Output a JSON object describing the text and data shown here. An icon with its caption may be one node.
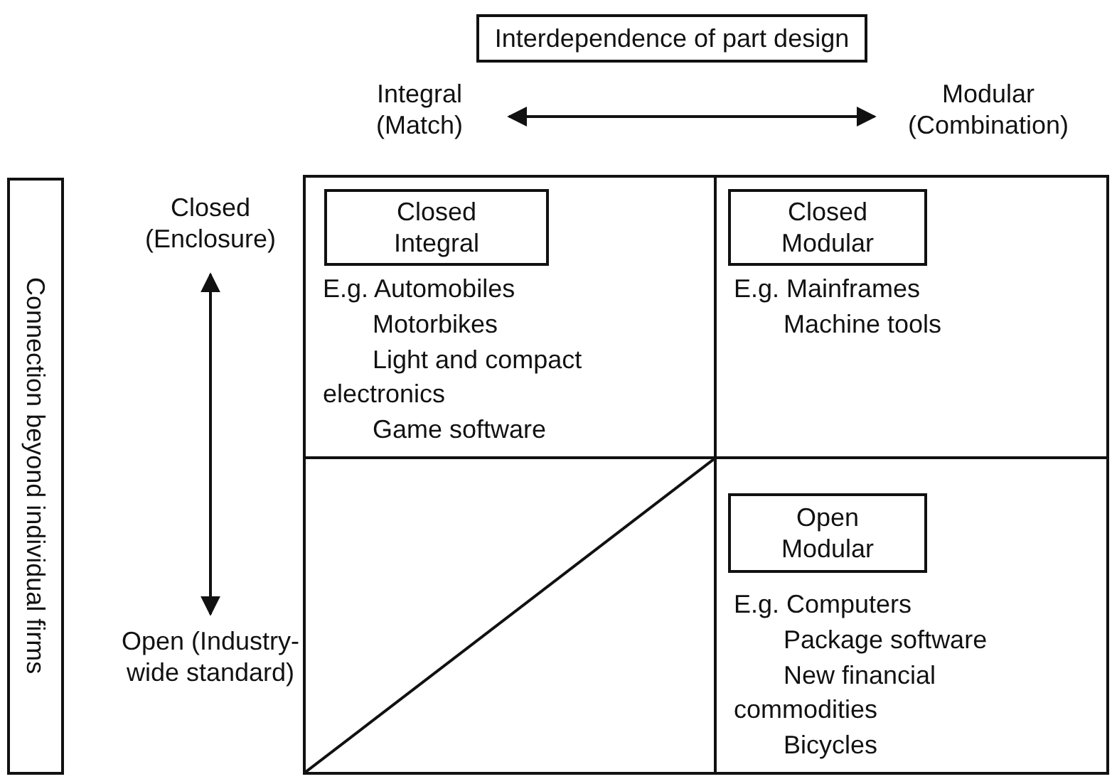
{
  "diagram": {
    "nodes": [
      {
        "text": [
          "Interdependence of part design"
        ]
      },
      {
        "text": [
          "Integral (Match)"
        ]
      },
      {
        "text": [
          "Modular (Combination)"
        ]
      },
      {
        "text": [
          "Connection beyond individual firms"
        ]
      },
      {
        "text": [
          "Closed (Enclosure)"
        ]
      },
      {
        "text": [
          "Open (Industry-wide standard)"
        ]
      },
      {
        "text": [
          "E.g. Automobiles",
          "Motorbikes",
          "Light and compact electronics",
          "Game software"
        ]
      },
      {
        "text": [
          "Closed Integral"
        ],
        "in": 6
      },
      {
        "text": [
          "E.g. Mainframes",
          "Machine tools"
        ]
      },
      {
        "text": [
          "Closed Modular"
        ],
        "in": 8
      },
      {
        "text": [],
        "shape": "box"
      },
      {
        "text": [
          "E.g. Computers",
          "Package software",
          "New financial commodities",
          "Bicycles"
        ]
      },
      {
        "text": [
          "Open Modular"
        ],
        "in": 11
      }
    ],
    "edges": [
      {
        "from": 1,
        "to": 2,
        "arrow": "both"
      },
      {
        "from": 4,
        "to": 5,
        "arrow": "both"
      }
    ]
  }
}
